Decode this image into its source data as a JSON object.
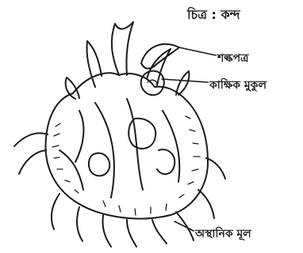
{
  "diagram": {
    "title": "চিত্র : কন্দ",
    "labels": {
      "scale_leaf": "শল্কপত্র",
      "axillary_bud": "কাক্ষিক মুকুল",
      "adventitious_root": "অস্থানিক মূল"
    },
    "colors": {
      "ink": "#1a1a1a",
      "paper": "#ffffff"
    }
  }
}
